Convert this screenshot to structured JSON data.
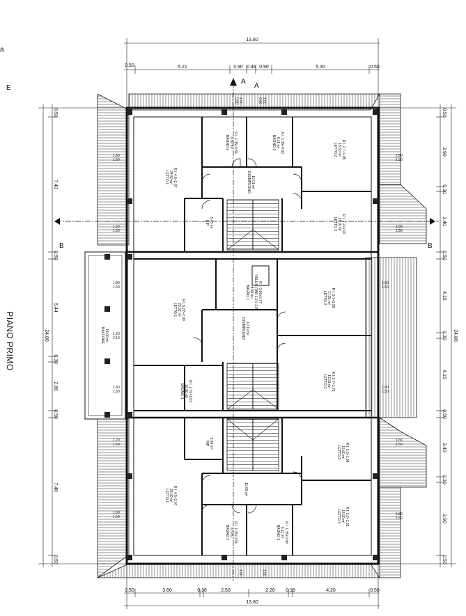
{
  "title": "PIANO PRIMO",
  "margin_marks": [
    "a",
    "E"
  ],
  "section_labels": {
    "a": "A",
    "b": "B"
  },
  "dims_top": {
    "total": "13.80",
    "parts": [
      "0.50",
      "5.21",
      "0.90",
      "0.48",
      "0.90",
      "5.30",
      "0.50"
    ]
  },
  "dims_bottom": {
    "total": "13.80",
    "parts": [
      "0.50",
      "3.60",
      "0.18",
      "2.50",
      "2.20",
      "0.18",
      "4.20",
      "0.50"
    ]
  },
  "dims_left": {
    "total": "24.80",
    "parts": [
      "0.50",
      "7.40",
      "0.50",
      "5.44",
      "0.30",
      "2.86",
      "0.50",
      "7.40",
      "0.50"
    ]
  },
  "dims_right": {
    "total": "24.80",
    "parts": [
      "0.50",
      "3.90",
      "0.30",
      "3.40",
      "0.50",
      "4.15",
      "0.30",
      "4.15",
      "0.50",
      "3.40",
      "0.30",
      "3.90",
      "0.50"
    ]
  },
  "small_dims": {
    "win_180": "1.80",
    "win_150": "1.50",
    "win_120": "1.20",
    "win_210": "2.10",
    "door_090": "0.90",
    "door_150": "1.50"
  },
  "rooms": {
    "letto1_top": [
      "LETTO 1",
      "24.50 m²",
      "R.I. 4.5+2.07"
    ],
    "letto2_top": [
      "LETTO 2",
      "15.60 m²",
      "R.I. 2.7+1.95"
    ],
    "letto3_top": [
      "LETTO 3",
      "13.18 m²",
      "R.I. 2.2+1.90"
    ],
    "bagno2_top": [
      "BAGNO 2",
      "6.50 m²",
      "R.I. 1.35+0.54"
    ],
    "bagno3_top": [
      "BAGNO 3",
      "6.11 m²",
      "R.I. 1.35+0.60"
    ],
    "disimpegno_top": [
      "DISIMPEGNO",
      "10.01 m²"
    ],
    "rip_top": [
      "RIP",
      "5.43 m²"
    ],
    "letto1_mid": [
      "LETTO 1",
      "23.32 m²",
      "R.I. 5.22+2.99"
    ],
    "vasca_mid": [
      "BAGNO 1",
      "8.89 m²",
      "VELUX (TAB 1.2 x 1.8)",
      "R.I. 0.86+0.77"
    ],
    "letto2_mid": [
      "LETTO 2",
      "17.91 m²",
      "R.I. 2.7+1.95"
    ],
    "letto3_mid": [
      "LETTO 3",
      "13.91 m²",
      "R.I. 2.7+1.75"
    ],
    "disimpegno_mid": [
      "DISIMPEGNO",
      "10.19 m²"
    ],
    "bagno3_mid": [
      "BAGNO 3",
      "12.80 m²",
      "R.I. 2.70+1.03"
    ],
    "balcone": [
      "BALCONE",
      "18.00 m²"
    ],
    "rip_bot": [
      "RIP",
      "5.94 m²"
    ],
    "disimpegno_bot": [
      "10.06 m²"
    ],
    "letto1_bot": [
      "LETTO 1",
      "25.30 m²",
      "R.I. 4.5+2.07"
    ],
    "letto2_bot": [
      "LETTO 2",
      "15.60 m²",
      "R.I. 2.5+1.98"
    ],
    "letto3_bot": [
      "LETTO 3",
      "13.90 m²",
      "R.I. 2.2+1.95"
    ],
    "bagno2_bot": [
      "BAGNO 2",
      "6.5 m²",
      "R.I. 1.35+0.54"
    ],
    "bagno3_bot": [
      "BAGNO 3",
      "6.11 m²",
      "R.I. 1.35+0.48"
    ]
  }
}
